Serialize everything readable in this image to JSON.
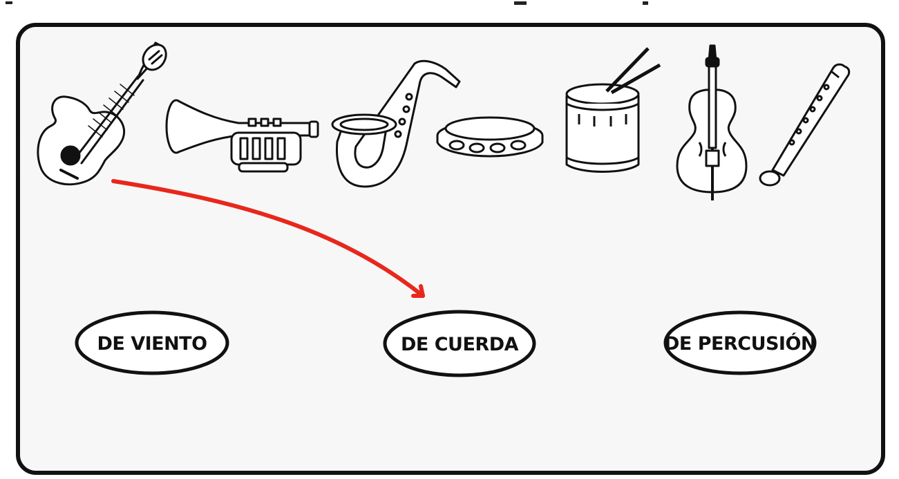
{
  "instruments": [
    {
      "name": "guitar-icon"
    },
    {
      "name": "trumpet-icon"
    },
    {
      "name": "saxophone-icon"
    },
    {
      "name": "tambourine-icon"
    },
    {
      "name": "drum-icon"
    },
    {
      "name": "violin-icon"
    },
    {
      "name": "recorder-flute-icon"
    }
  ],
  "categories": [
    {
      "label": "DE VIENTO"
    },
    {
      "label": "DE CUERDA"
    },
    {
      "label": "DE PERCUSIÓN"
    }
  ],
  "colors": {
    "frame": "#111111",
    "arrow": "#e8271c",
    "panel": "#f7f7f7"
  },
  "arrow": {
    "from": "guitar-icon",
    "to": "DE CUERDA"
  }
}
